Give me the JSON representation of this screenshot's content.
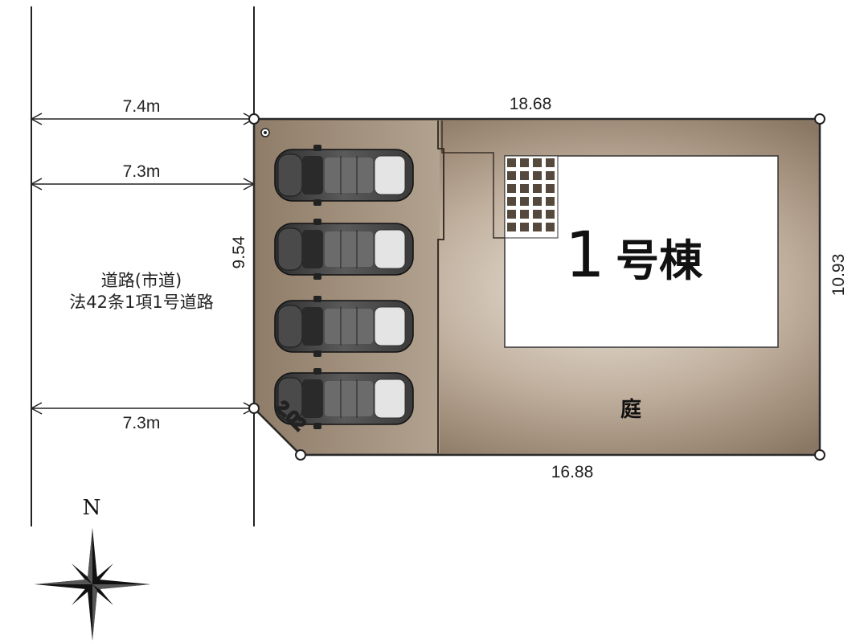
{
  "site_plan": {
    "road": {
      "line1": "道路(市道)",
      "line2": "法42条1項1号道路",
      "widths": [
        "7.4m",
        "7.3m",
        "7.3m"
      ]
    },
    "lot": {
      "north_edge": "18.68",
      "south_edge": "16.88",
      "east_edge": "10.93",
      "west_edge": "9.54",
      "corner_cut": "2.02"
    },
    "building": {
      "number": "1",
      "label": "号棟"
    },
    "garden_label": "庭",
    "compass_label": "N",
    "parking_spaces": 4,
    "colors": {
      "lot_fill": "#8c7a66",
      "lot_light": "#c7b9a8",
      "building": "#ffffff",
      "outline": "#222222"
    }
  }
}
